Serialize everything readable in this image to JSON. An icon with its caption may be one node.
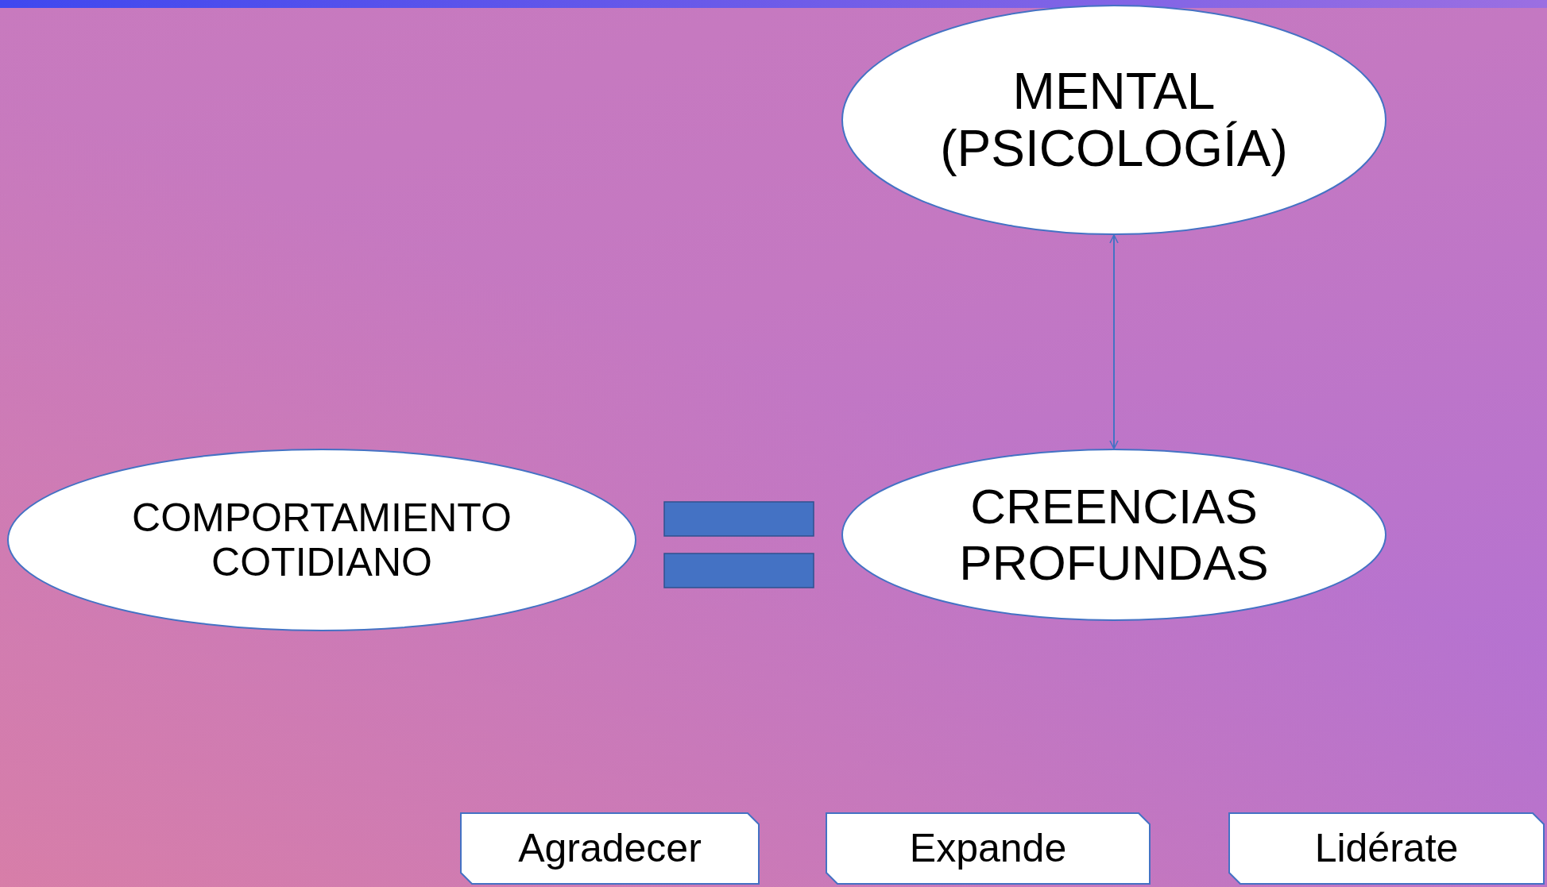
{
  "diagram": {
    "nodes": [
      {
        "text": [
          "MENTAL (PSICOLOGÍA)"
        ]
      },
      {
        "text": [
          "COMPORTAMIENTO COTIDIANO"
        ]
      },
      {
        "text": [
          "CREENCIAS PROFUNDAS"
        ]
      },
      {
        "text": [
          "Agradecer"
        ]
      },
      {
        "text": [
          "Expande"
        ]
      },
      {
        "text": [
          "Lidérate"
        ]
      }
    ],
    "edges": [
      {
        "from": 0,
        "to": 2,
        "arrow": "both"
      }
    ]
  }
}
